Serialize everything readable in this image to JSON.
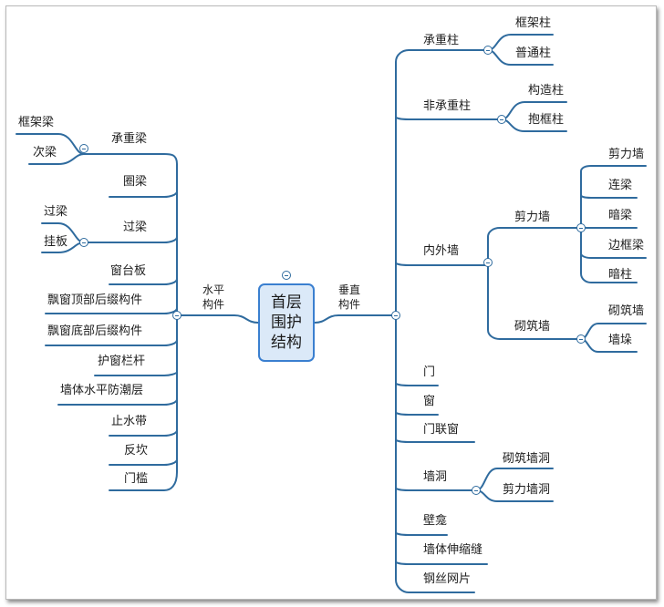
{
  "root": {
    "line1": "首层",
    "line2": "围护",
    "line3": "结构"
  },
  "left_branch": {
    "line1": "水平",
    "line2": "构件"
  },
  "right_branch": {
    "line1": "垂直",
    "line2": "构件"
  },
  "left": {
    "chengzhongliang": {
      "label": "承重梁",
      "children": [
        "框架梁",
        "次梁"
      ]
    },
    "quanliang": "圈梁",
    "guoliang": {
      "label": "过梁",
      "children": [
        "过梁",
        "挂板"
      ]
    },
    "chuangtaiban": "窗台板",
    "piaochuang_top": "飘窗顶部后缀构件",
    "piaochuang_bottom": "飘窗底部后缀构件",
    "huchuanglangan": "护窗栏杆",
    "fangchaoceng": "墙体水平防潮层",
    "zhishuidai": "止水带",
    "fankan": "反坎",
    "menkan": "门槛"
  },
  "right": {
    "chengzhongzhu": {
      "label": "承重柱",
      "children": [
        "框架柱",
        "普通柱"
      ]
    },
    "feichengzhongzhu": {
      "label": "非承重柱",
      "children": [
        "构造柱",
        "抱框柱"
      ]
    },
    "neiwaiqiang": {
      "label": "内外墙",
      "jianliqiang": {
        "label": "剪力墙",
        "children": [
          "剪力墙",
          "连梁",
          "暗梁",
          "边框梁",
          "暗柱"
        ]
      },
      "qizhuqiang": {
        "label": "砌筑墙",
        "children": [
          "砌筑墙",
          "墙垛"
        ]
      }
    },
    "men": "门",
    "chuang": "窗",
    "menlianchuang": "门联窗",
    "qiangdong": {
      "label": "墙洞",
      "children": [
        "砌筑墙洞",
        "剪力墙洞"
      ]
    },
    "bikan": "壁龛",
    "shenshuofeng": "墙体伸缩缝",
    "gangsiwangpian": "钢丝网片"
  }
}
